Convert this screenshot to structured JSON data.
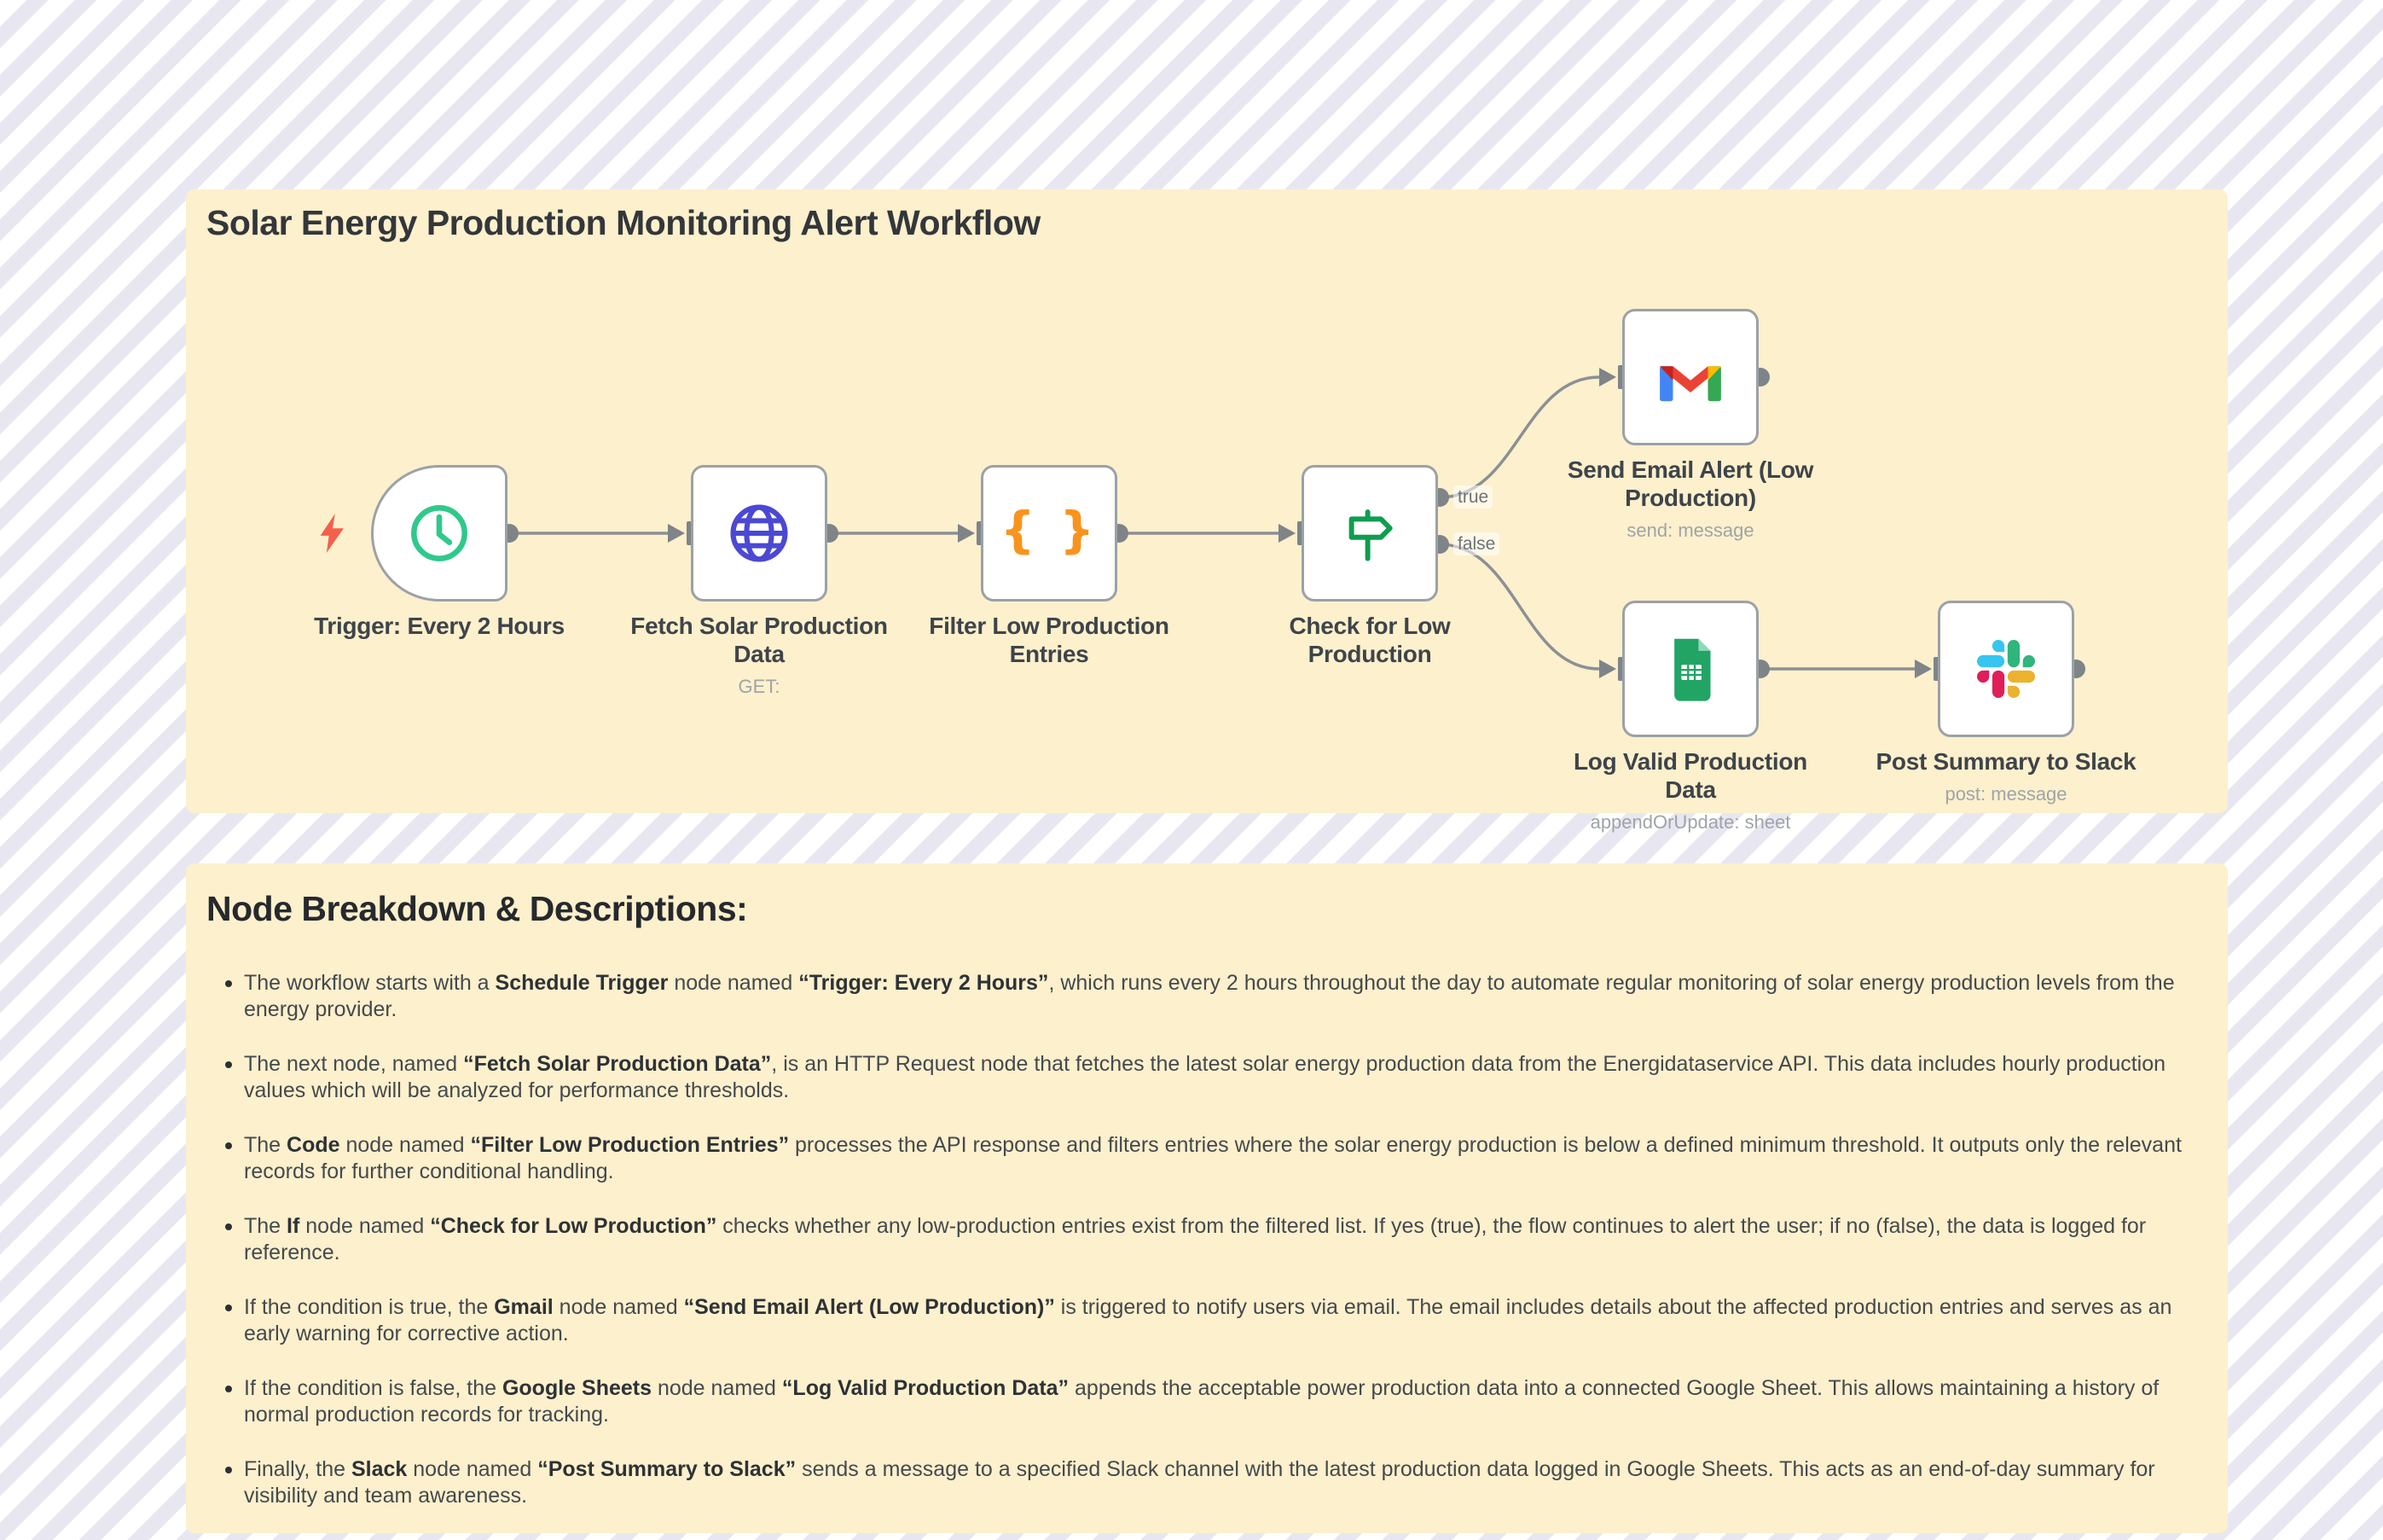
{
  "workflow_panel": {
    "title": "Solar Energy Production Monitoring Alert Workflow",
    "nodes": [
      {
        "label": "Trigger: Every 2 Hours",
        "icon": "clock-icon"
      },
      {
        "label": "Fetch Solar Production Data",
        "subtitle": "GET:",
        "icon": "globe-icon"
      },
      {
        "label": "Filter Low Production Entries",
        "icon": "code-braces-icon",
        "icon_glyph": "{ }"
      },
      {
        "label": "Check for Low Production",
        "icon": "signpost-icon"
      },
      {
        "label": "Send Email Alert (Low Production)",
        "subtitle": "send: message",
        "icon": "gmail-icon"
      },
      {
        "label": "Log Valid Production Data",
        "subtitle": "appendOrUpdate: sheet",
        "icon": "google-sheets-icon"
      },
      {
        "label": "Post Summary to Slack",
        "subtitle": "post: message",
        "icon": "slack-icon"
      }
    ],
    "if_outputs": {
      "true_label": "true",
      "false_label": "false"
    },
    "trigger_icon": "lightning-bolt-icon"
  },
  "breakdown_panel": {
    "heading": "Node Breakdown & Descriptions:",
    "bullets": [
      {
        "segments": [
          "The workflow starts with a ",
          "Schedule Trigger",
          " node named ",
          "“Trigger: Every 2 Hours”",
          ", which runs every 2 hours throughout the day to automate regular monitoring of solar energy production levels from the energy provider."
        ]
      },
      {
        "segments": [
          "The next node, named ",
          "“Fetch Solar Production Data”",
          ", is an HTTP Request node that fetches the latest solar energy production data from the Energidataservice API. This data includes hourly production values which will be analyzed for performance thresholds.",
          "",
          ""
        ]
      },
      {
        "segments": [
          "The ",
          "Code",
          " node named ",
          "“Filter Low Production Entries”",
          " processes the API response and filters entries where the solar energy production is below a defined minimum threshold. It outputs only the relevant records for further conditional handling."
        ]
      },
      {
        "segments": [
          "The ",
          "If",
          " node named ",
          "“Check for Low Production”",
          " checks whether any low-production entries exist from the filtered list. If yes (true), the flow continues to alert the user; if no (false), the data is logged for reference."
        ]
      },
      {
        "segments": [
          "If the condition is true, the ",
          "Gmail",
          " node named ",
          "“Send Email Alert (Low Production)”",
          " is triggered to notify users via email. The email includes details about the affected production entries and serves as an early warning for corrective action."
        ]
      },
      {
        "segments": [
          "If the condition is false, the ",
          "Google Sheets",
          " node named ",
          "“Log Valid Production Data”",
          " appends the acceptable power production data into a connected Google Sheet. This allows maintaining a history of normal production records for tracking."
        ]
      },
      {
        "segments": [
          "Finally, the ",
          "Slack",
          " node named ",
          "“Post Summary to Slack”",
          " sends a message to a specified Slack channel with the latest production data logged in Google Sheets. This acts as an end-of-day summary for visibility and team awareness."
        ]
      }
    ]
  },
  "colors": {
    "panel_background": "#FCF0CD",
    "stripe": "#E8E7F1",
    "node_border": "#9BA1A7",
    "connector_gray": "#8B9094",
    "bolt_red": "#F4604C",
    "clock_green": "#2FC98C",
    "globe_indigo": "#4B48D4",
    "braces_orange": "#F8941E",
    "signpost_green": "#0F9D4F",
    "gmail_red": "#EA4335",
    "gmail_blue": "#4285F4",
    "gmail_green": "#34A853",
    "gmail_yellow": "#FBBC04",
    "sheets_green": "#21A464",
    "slack_blue": "#36C5F0",
    "slack_green": "#2EB67D",
    "slack_yellow": "#ECB22E",
    "slack_pink": "#E01E5A"
  }
}
